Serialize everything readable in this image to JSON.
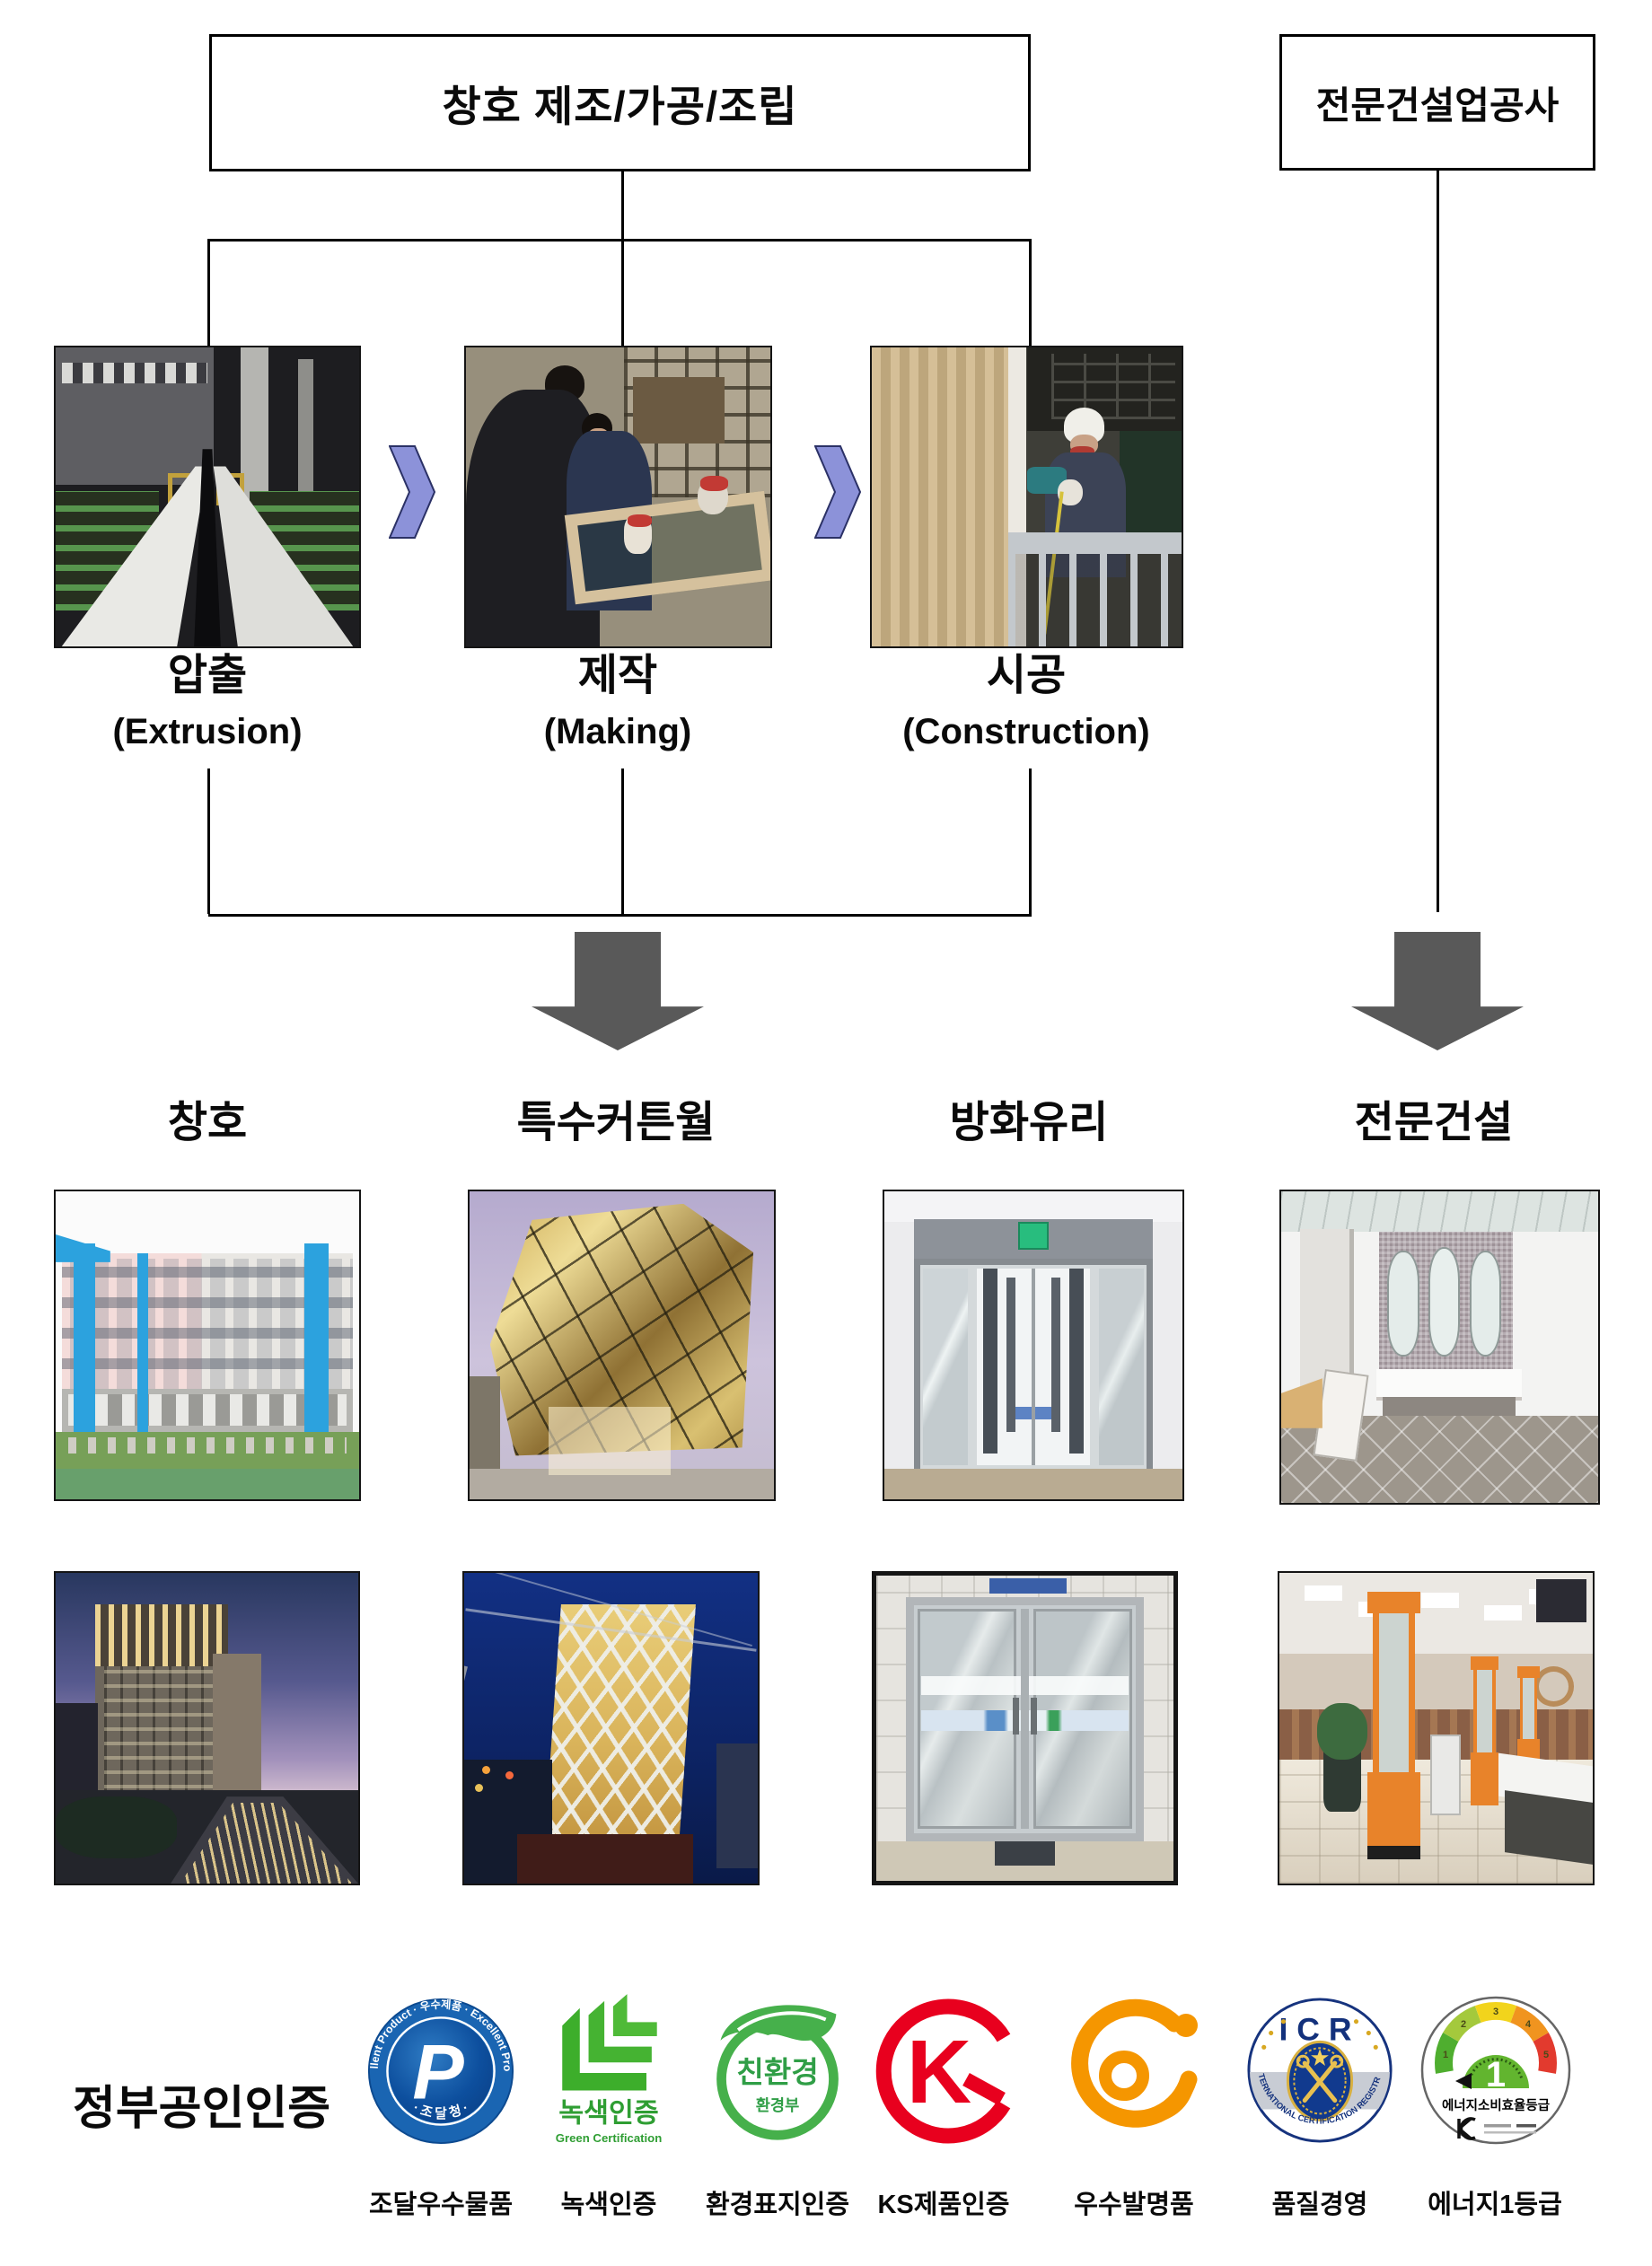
{
  "flow": {
    "manufacturing_box": "창호  제조/가공/조립",
    "construction_box": "전문건설업공사",
    "steps": [
      {
        "kr": "압출",
        "en": "(Extrusion)",
        "photo": "pvc-profile-extrusion-line"
      },
      {
        "kr": "제작",
        "en": "(Making)",
        "photo": "window-frame-assembly-workers"
      },
      {
        "kr": "시공",
        "en": "(Construction)",
        "photo": "onsite-window-installation"
      }
    ],
    "categories": [
      {
        "label": "창호",
        "photo_top": "school-building-facade",
        "photo_bottom": "highrise-at-dusk-with-light-trails"
      },
      {
        "label": "특수커튼월",
        "photo_top": "faceted-gold-glass-pavilion",
        "photo_bottom": "lattice-facade-building-at-night"
      },
      {
        "label": "방화유리",
        "photo_top": "lobby-glass-double-doors",
        "photo_bottom": "stainless-steel-fire-doors"
      },
      {
        "label": "전문건설",
        "photo_top": "restroom-interior-with-mirrors",
        "photo_bottom": "cafeteria-with-orange-gates"
      }
    ]
  },
  "certifications": {
    "heading": "정부공인인증",
    "items": [
      {
        "caption": "조달우수물품",
        "name": "pps-excellent-product-seal",
        "arc_top": "Excellent Product · 우수제품 · Excellent Product",
        "arc_bottom": "· 조 달 청 ·",
        "monogram": "P"
      },
      {
        "caption": "녹색인증",
        "name": "green-certification-mark",
        "text_kr": "녹색인증",
        "text_en": "Green Certification"
      },
      {
        "caption": "환경표지인증",
        "name": "eco-label-mark",
        "text_kr": "친환경",
        "text_sub": "환경부"
      },
      {
        "caption": "KS제품인증",
        "name": "ks-mark",
        "monogram": "K"
      },
      {
        "caption": "우수발명품",
        "name": "excellent-invention-mark"
      },
      {
        "caption": "품질경영",
        "name": "icr-quality-seal",
        "text_top": "ICR",
        "band_text": "INTERNATIONAL CERTIFICATION REGISTRAR"
      },
      {
        "caption": "에너지1등급",
        "name": "energy-grade-label",
        "grade": "1",
        "scale": [
          "1",
          "2",
          "3",
          "4",
          "5"
        ],
        "text": "에너지소비효율등급"
      }
    ]
  },
  "colors": {
    "connector_line": "#000000",
    "big_arrow": "#595959",
    "chevron_fill": "#8C92D9",
    "chevron_stroke": "#2B3166"
  }
}
